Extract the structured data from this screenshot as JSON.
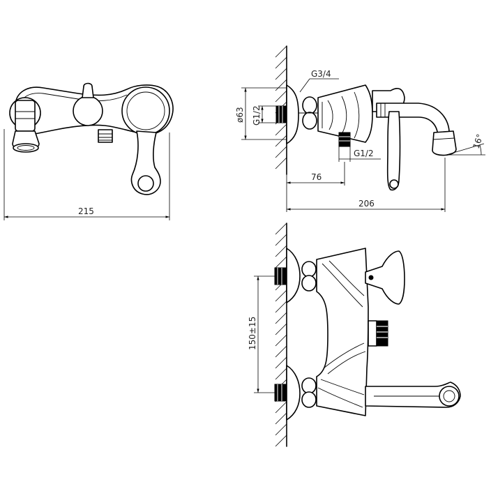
{
  "labels": {
    "width_top_view": "215",
    "thread_g34": "G3/4",
    "diameter": "ø63",
    "thread_g12_left": "G1/2",
    "thread_g12_right": "G1/2",
    "depth_76": "76",
    "depth_206": "206",
    "angle": "16°",
    "centres": "150±15"
  }
}
